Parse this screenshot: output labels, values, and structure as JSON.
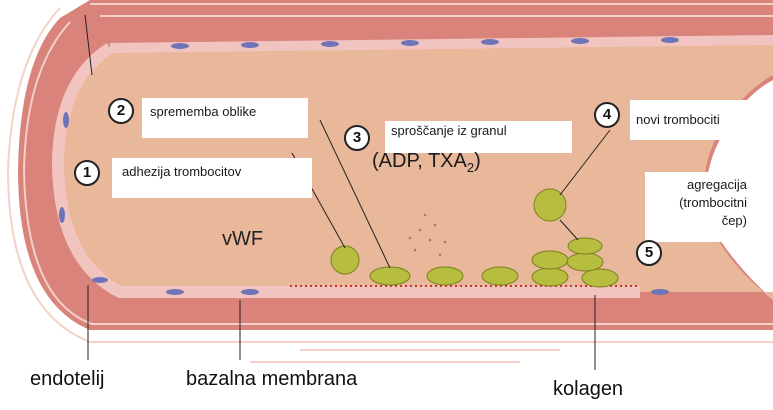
{
  "steps": {
    "s1": {
      "number": "1",
      "label": "adhezija trombocitov"
    },
    "s2": {
      "number": "2",
      "label": "sprememba oblike"
    },
    "s3": {
      "number": "3",
      "label": "sproščanje iz granul",
      "formula": "(ADP, TXA",
      "formula_sub": "2",
      "formula_end": ")"
    },
    "s4": {
      "number": "4",
      "label": "novi trombociti"
    },
    "s5": {
      "number": "5",
      "line1": "agregacija",
      "line2": "(trombocitni",
      "line3": "čep)"
    }
  },
  "vwf": "vWF",
  "bottom_labels": {
    "endotelij": "endotelij",
    "bazalna": "bazalna membrana",
    "kolagen": "kolagen"
  },
  "colors": {
    "lumen": "#e9b89a",
    "wall": "#d9837a",
    "endothelium": "#f2c4c0",
    "nucleus": "#6f74b8",
    "platelet": "#b7bd3e",
    "vwf": "#c0392b"
  }
}
